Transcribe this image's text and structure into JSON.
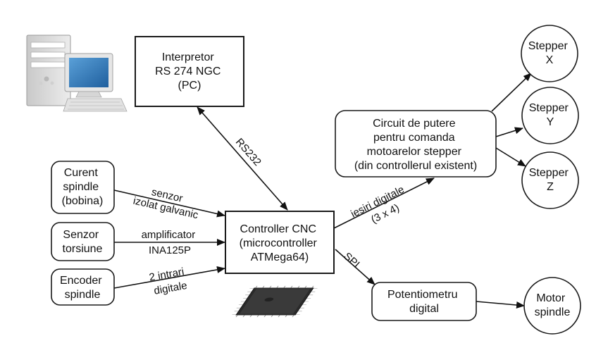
{
  "nodes": {
    "interpretor": [
      "Interpretor",
      "RS 274 NGC",
      "(PC)"
    ],
    "controller": [
      "Controller CNC",
      "(microcontroller",
      "ATMega64)"
    ],
    "circuit": [
      "Circuit de putere",
      "pentru comanda",
      "motoarelor stepper",
      "(din controllerul existent)"
    ],
    "curent": [
      "Curent",
      "spindle",
      "(bobina)"
    ],
    "senzor": [
      "Senzor",
      "torsiune"
    ],
    "encoder": [
      "Encoder",
      "spindle"
    ],
    "potentiometru": [
      "Potentiometru",
      "digital"
    ],
    "stepper_x": [
      "Stepper",
      "X"
    ],
    "stepper_y": [
      "Stepper",
      "Y"
    ],
    "stepper_z": [
      "Stepper",
      "Z"
    ],
    "motor": [
      "Motor",
      "spindle"
    ]
  },
  "edges": {
    "rs232": "RS232",
    "senzor_izolat": [
      "senzor",
      "izolat galvanic"
    ],
    "amplificator": [
      "amplificator",
      "INA125P"
    ],
    "intrari": [
      "2 intrari",
      "digitale"
    ],
    "iesiri": [
      "iesiri digitale",
      "(3 x 4)"
    ],
    "spi": "SPI"
  },
  "icons": [
    "desktop-computer-icon",
    "microchip-icon"
  ]
}
